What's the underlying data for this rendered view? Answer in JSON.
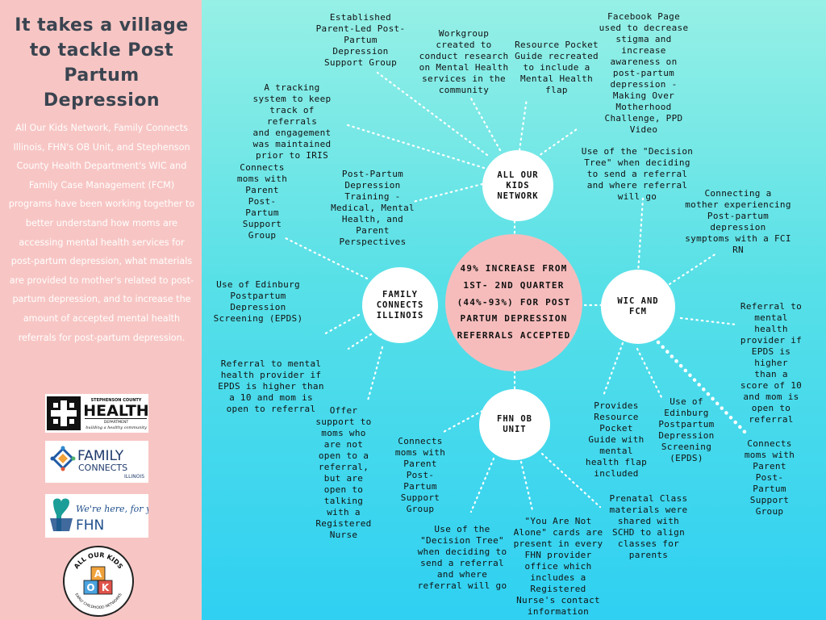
{
  "sidebar": {
    "title": "It takes a village to tackle Post Partum Depression",
    "description": "All Our Kids Network, Family Connects Illinois, FHN's OB Unit, and Stephenson County Health Department's WIC and Family Case Management (FCM) programs have been working together to better understand how moms are accessing mental health services for post-partum depression, what materials are provided to mother's related to post-partum depression, and to increase the amount of accepted mental health referrals for post-partum depression.",
    "logos": {
      "health": {
        "line1": "STEPHENSON COUNTY",
        "line2": "HEALTH",
        "line3": "DEPARTMENT",
        "tagline": "building a healthy community"
      },
      "family": {
        "line1": "FAMILY",
        "line2": "CONNECTS",
        "line3": "ILLINOIS"
      },
      "fhn": {
        "tagline": "We're here, for you",
        "name": "FHN"
      },
      "kids": {
        "top": "ALL OUR KIDS",
        "bottom": "EARLY CHILDHOOD NETWORKS",
        "blocks": [
          "A",
          "O",
          "K"
        ]
      }
    }
  },
  "center": {
    "text": "49% INCREASE FROM 1ST- 2ND QUARTER (44%-93%) FOR POST PARTUM DEPRESSION REFERRALS ACCEPTED"
  },
  "hubs": {
    "aok": "ALL OUR KIDS NETWORK",
    "fci": "FAMILY CONNECTS ILLINOIS",
    "wic": "WIC AND FCM",
    "fhn": "FHN OB UNIT"
  },
  "annotations": {
    "aok_support_group": "Established\nParent-Led Post-\nPartum\nDepression\nSupport Group",
    "aok_workgroup": "Workgroup\ncreated to\nconduct research\non Mental Health\nservices in the\ncommunity",
    "aok_pocket_guide": "Resource Pocket\nGuide recreated\nto include a\nMental Health\nflap",
    "aok_facebook": "Facebook Page\nused to decrease\nstigma and\nincrease\nawareness on\npost-partum\ndepression -\nMaking Over\nMotherhood\nChallenge, PPD\nVideo",
    "aok_tracking": "A tracking\nsystem to keep\ntrack of referrals\nand engagement\nwas maintained\nprior to IRIS",
    "aok_training": "Post-Partum\nDepression\nTraining -\nMedical, Mental\nHealth, and\nParent\nPerspectives",
    "fci_connects_group": "Connects\nmoms with\nParent\nPost-\nPartum\nSupport\nGroup",
    "fci_epds": "Use of Edinburg\nPostpartum\nDepression\nScreening (EPDS)",
    "fci_referral": "Referral to mental\nhealth provider if\nEPDS is higher than\na 10 and mom is\nopen to referral",
    "fci_offer_support": "Offer\nsupport to\nmoms who\nare not\nopen to a\nreferral,\nbut are\nopen to\ntalking\nwith a\nRegistered\nNurse",
    "wic_decision_tree": "Use of the \"Decision\nTree\" when deciding\nto send a referral\nand where referral\nwill go",
    "wic_fci_rn": "Connecting a\nmother experiencing\nPost-partum\ndepression\nsymptoms with a FCI\nRN",
    "wic_referral": "Referral to\nmental\nhealth\nprovider if\nEPDS is\nhigher\nthan a\nscore of 10\nand mom is\nopen to\nreferral",
    "wic_pocket_guide": "Provides\nResource\nPocket\nGuide with\nmental\nhealth flap\nincluded",
    "wic_epds": "Use of\nEdinburg\nPostpartum\nDepression\nScreening\n(EPDS)",
    "wic_connects_group": "Connects\nmoms with\nParent\nPost-\nPartum\nSupport\nGroup",
    "fhn_connects_group": "Connects\nmoms with\nParent\nPost-\nPartum\nSupport\nGroup",
    "fhn_decision_tree": "Use of the\n\"Decision Tree\"\nwhen deciding to\nsend a referral\nand where\nreferral will go",
    "fhn_not_alone": "\"You Are Not\nAlone\" cards are\npresent in every\nFHN provider\noffice which\nincludes a\nRegistered\nNurse's contact\ninformation",
    "fhn_prenatal": "Prenatal Class\nmaterials were\nshared with\nSCHD to align\nclasses for\nparents"
  }
}
